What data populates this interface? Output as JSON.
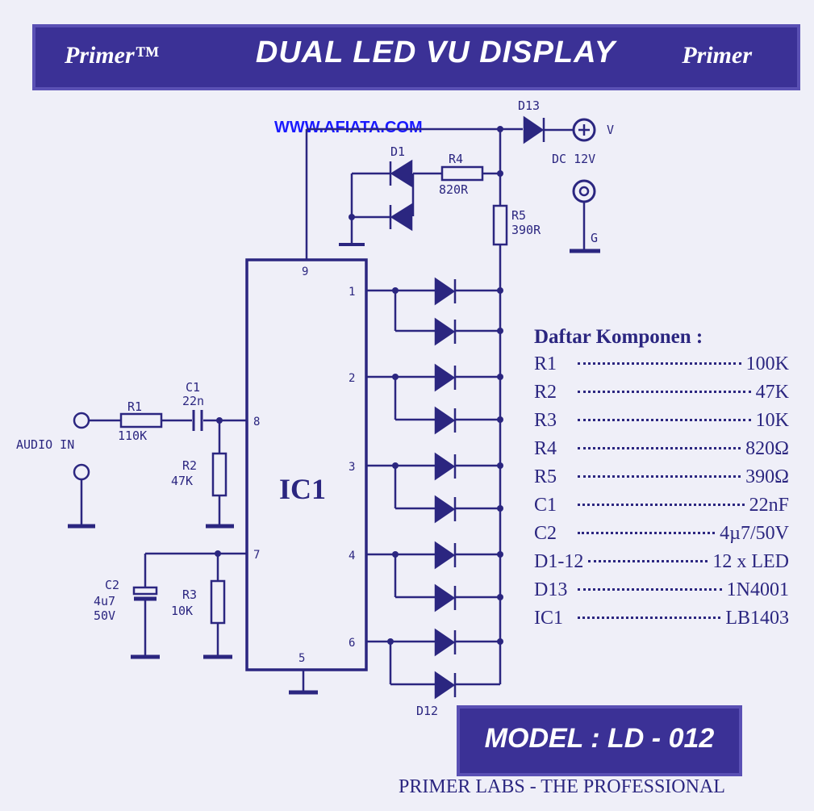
{
  "banner": {
    "brand_left": "Primer™",
    "title": "DUAL LED VU DISPLAY",
    "brand_right": "Primer"
  },
  "website": "WWW.AFIATA.COM",
  "labels": {
    "d13": "D13",
    "v": "V",
    "dc": "DC 12V",
    "g": "G",
    "d1": "D1",
    "r4": "R4",
    "r4_val": "820R",
    "r5": "R5",
    "r5_val": "390R",
    "c1": "C1",
    "c1_val": "22n",
    "r1": "R1",
    "r1_val": "110K",
    "audio_in": "AUDIO IN",
    "r2": "R2",
    "r2_val": "47K",
    "c2": "C2",
    "c2_val1": "4u7",
    "c2_val2": "50V",
    "r3": "R3",
    "r3_val": "10K",
    "ic": "IC1",
    "d12": "D12",
    "pins": {
      "p9": "9",
      "p1": "1",
      "p2": "2",
      "p3": "3",
      "p4": "4",
      "p6": "6",
      "p8": "8",
      "p7": "7",
      "p5": "5"
    }
  },
  "parts_title": "Daftar Komponen :",
  "parts": [
    {
      "ref": "R1",
      "value": "100K"
    },
    {
      "ref": "R2",
      "value": "47K"
    },
    {
      "ref": "R3",
      "value": "10K"
    },
    {
      "ref": "R4",
      "value": "820Ω"
    },
    {
      "ref": "R5",
      "value": "390Ω"
    },
    {
      "ref": "C1",
      "value": "22nF"
    },
    {
      "ref": "C2",
      "value": "4µ7/50V"
    },
    {
      "ref": "D1-12",
      "value": "12 x LED"
    },
    {
      "ref": "D13",
      "value": "1N4001"
    },
    {
      "ref": "IC1",
      "value": "LB1403"
    }
  ],
  "model": "MODEL : LD - 012",
  "footer": "PRIMER LABS - THE PROFESSIONAL",
  "colors": {
    "ink": "#2b2680",
    "banner": "#3b3196",
    "paper": "#efeff8",
    "link": "#1a1aff"
  }
}
